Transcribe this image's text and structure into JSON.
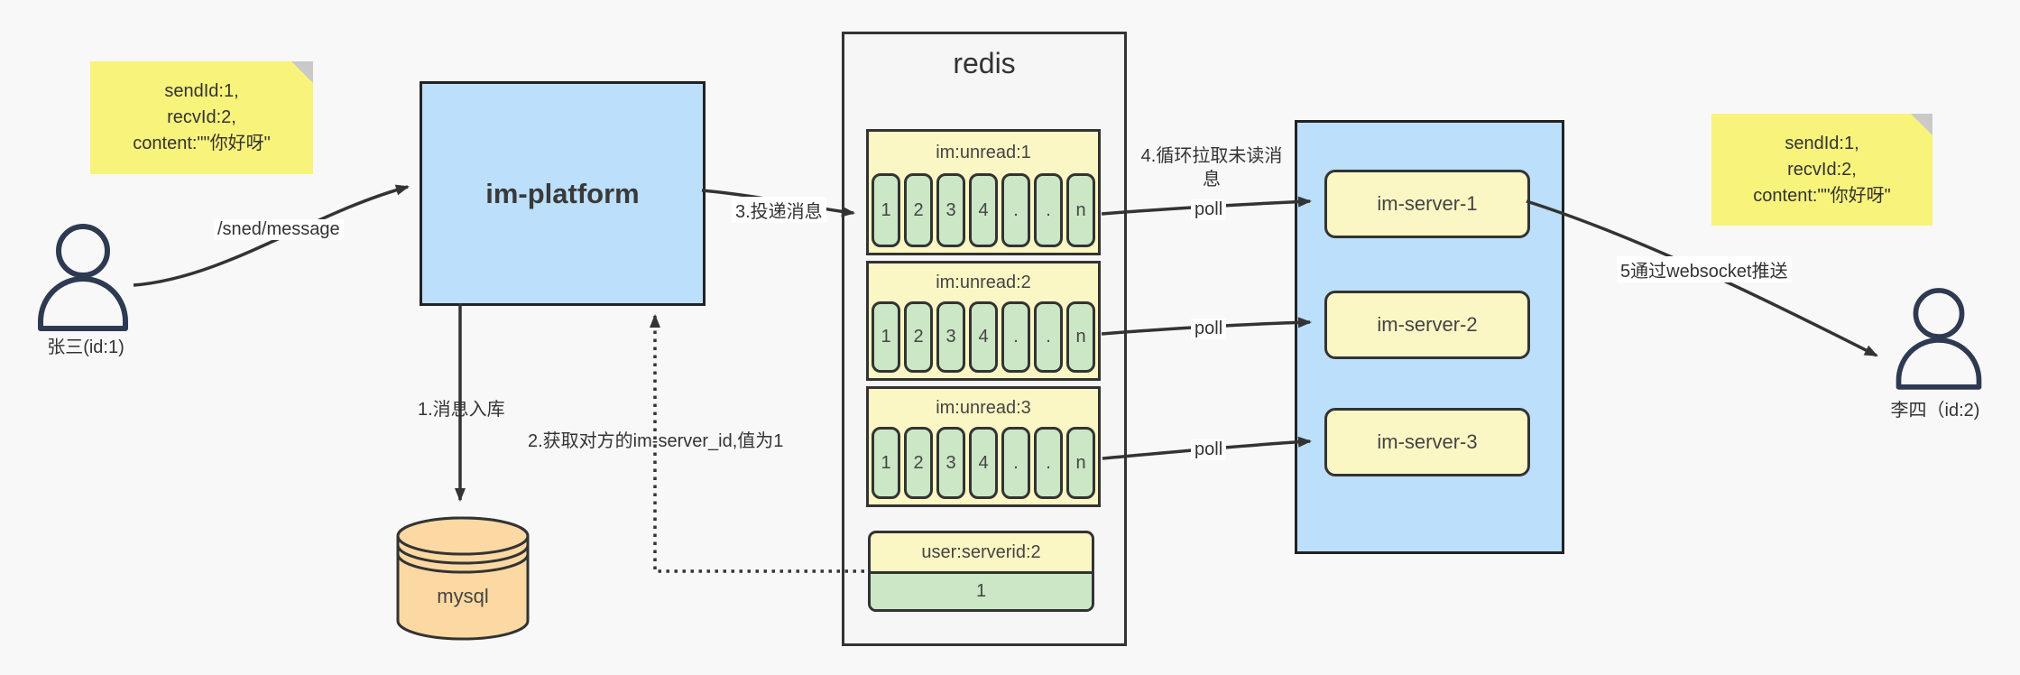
{
  "sticky_left": {
    "lines": [
      "sendId:1,",
      "recvId:2,",
      "content:\"\"你好呀\""
    ]
  },
  "sticky_right": {
    "lines": [
      "sendId:1,",
      "recvId:2,",
      "content:\"\"你好呀\""
    ]
  },
  "sender": {
    "label": "张三(id:1)"
  },
  "receiver": {
    "label": "李四（id:2)"
  },
  "platform": {
    "label": "im-platform"
  },
  "database": {
    "label": "mysql"
  },
  "redis": {
    "title": "redis",
    "queues": [
      {
        "label": "im:unread:1",
        "cells": [
          "1",
          "2",
          "3",
          "4",
          ".",
          ".",
          "n"
        ]
      },
      {
        "label": "im:unread:2",
        "cells": [
          "1",
          "2",
          "3",
          "4",
          ".",
          ".",
          "n"
        ]
      },
      {
        "label": "im:unread:3",
        "cells": [
          "1",
          "2",
          "3",
          "4",
          ".",
          ".",
          "n"
        ]
      }
    ],
    "kv": {
      "label": "user:serverid:2",
      "value": "1"
    }
  },
  "server_cluster": {
    "items": [
      {
        "label": "im-server-1"
      },
      {
        "label": "im-server-2"
      },
      {
        "label": "im-server-3"
      }
    ]
  },
  "edges": {
    "send": "/sned/message",
    "store": "1.消息入库",
    "fetch": "2.获取对方的im-server_id,值为1",
    "deliver": "3.投递消息",
    "pull": "4.循环拉取未读消息",
    "poll": "poll",
    "push": "5通过websocket推送"
  },
  "colors": {
    "accent_blue": "#bcdffb",
    "sticky_yellow": "#f8f37b",
    "pale_yellow": "#fbf7c4",
    "cell_green": "#cbe7c6",
    "db_orange": "#fcd9a2",
    "line": "#333333"
  }
}
